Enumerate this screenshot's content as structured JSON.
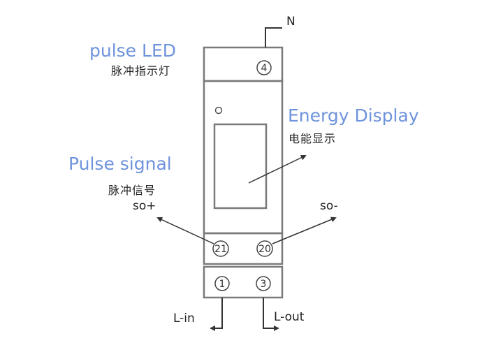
{
  "labels": {
    "neutral": "N",
    "pulse_led_en": "pulse LED",
    "pulse_led_cn": "脉冲指示灯",
    "energy_display_en": "Energy Display",
    "energy_display_cn": "电能显示",
    "pulse_signal_en": "Pulse signal",
    "pulse_signal_cn": "脉冲信号",
    "so_plus": "so+",
    "so_minus": "so-",
    "l_in": "L-in",
    "l_out": "L-out"
  },
  "terminals": {
    "t4": "4",
    "t21": "21",
    "t20": "20",
    "t1": "1",
    "t3": "3"
  },
  "colors": {
    "label_blue": "#6f93dc",
    "outline": "#7a7a7a",
    "text_dark": "#222222"
  }
}
